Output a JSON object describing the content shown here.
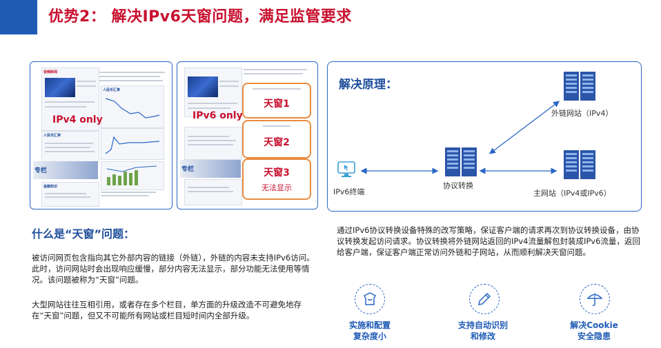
{
  "title": "优势2： 解决IPv6天窗问题，满足监管要求",
  "left_shot": {
    "badge": "IPv4 only",
    "section_heads": [
      "音频新闻",
      "人民币汇率",
      "人民币汇率",
      "金融知识"
    ],
    "banner": "专栏"
  },
  "mid_shot": {
    "badge": "IPv6 only",
    "window1": "天窗1",
    "window2": "天窗2",
    "window3": "天窗3",
    "window3_sub": "无法显示",
    "banner": "专栏"
  },
  "principle": {
    "title": "解决原理：",
    "client_label": "IPv6终端",
    "gateway_label": "协议转换",
    "ext_label": "外链网站（IPv4）",
    "main_label": "主网站（IPv4或IPv6）"
  },
  "what_title": "什么是“天窗”问题：",
  "para1": "被访问网页包含指向其它外部内容的链接（外链），外链的内容未支持IPv6访问。此时，访问网站时会出现响应缓慢，部分内容无法显示，部分功能无法使用等情况。该问题被称为“天窗”问题。",
  "para2": "大型网站往往互相引用，或者存在多个栏目，单方面的升级改造不可避免地存在“天窗”问题，但又不可能所有网站或栏目短时间内全部升级。",
  "right_para": "通过IPv6协议转换设备特殊的改写策略，保证客户端的请求再次到协议转换设备，由协议转换发起访问请求。协议转换将外链网站返回的IPv4流量解包封装成IPv6流量，返回给客户端，保证客户端正常访问外链和子网站，从而顺利解决天窗问题。",
  "features": [
    {
      "line1": "实施和配置",
      "line2": "复杂度小",
      "icon": "easy-config-icon"
    },
    {
      "line1": "支持自动识别",
      "line2": "和修改",
      "icon": "pencil-edit-icon"
    },
    {
      "line1": "解决Cookie",
      "line2": "安全隐患",
      "icon": "umbrella-icon"
    }
  ],
  "colors": {
    "accent_red": "#c8102e",
    "brand_blue": "#1f5bb5",
    "title_blue": "#1f4e9c",
    "orange": "#e88b3e"
  }
}
